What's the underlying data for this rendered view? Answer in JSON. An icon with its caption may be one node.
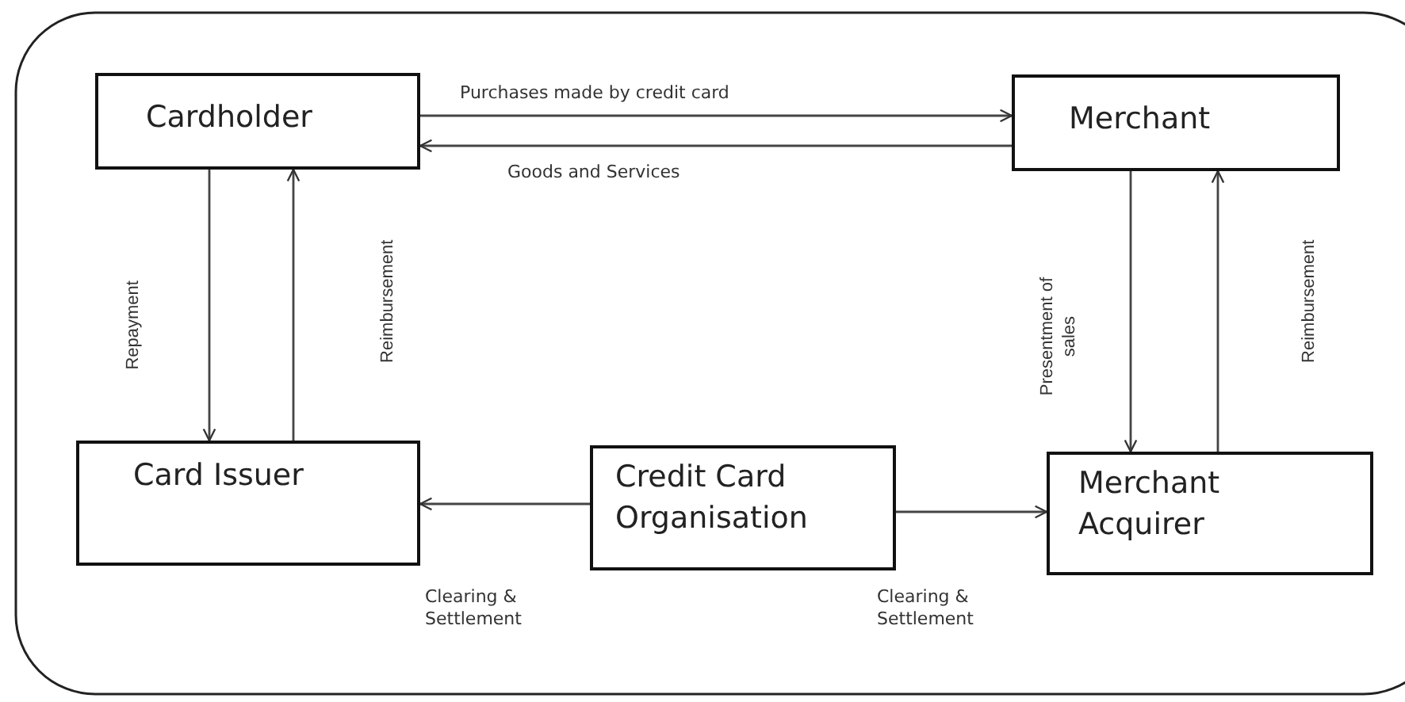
{
  "diagram": {
    "nodes": [
      {
        "text": [
          "Cardholder"
        ]
      },
      {
        "text": [
          "Merchant"
        ]
      },
      {
        "text": [
          "Card Issuer"
        ]
      },
      {
        "text": [
          "Credit Card Organisation"
        ]
      },
      {
        "text": [
          "Merchant Acquirer"
        ]
      }
    ],
    "edges": [
      {
        "from": 0,
        "to": 1,
        "arrow": "to",
        "label": "Purchases made by credit card"
      },
      {
        "from": 1,
        "to": 0,
        "arrow": "to",
        "label": "Goods and Services"
      },
      {
        "from": 0,
        "to": 2,
        "arrow": "to",
        "label": "Repayment"
      },
      {
        "from": 2,
        "to": 0,
        "arrow": "to",
        "label": "Reimbursement"
      },
      {
        "from": 1,
        "to": 4,
        "arrow": "to",
        "label": "Presentment of sales"
      },
      {
        "from": 4,
        "to": 1,
        "arrow": "to",
        "label": "Reimbursement"
      },
      {
        "from": 3,
        "to": 2,
        "arrow": "to",
        "label": "Clearing & Settlement"
      },
      {
        "from": 3,
        "to": 4,
        "arrow": "to",
        "label": "Clearing & Settlement"
      }
    ]
  }
}
